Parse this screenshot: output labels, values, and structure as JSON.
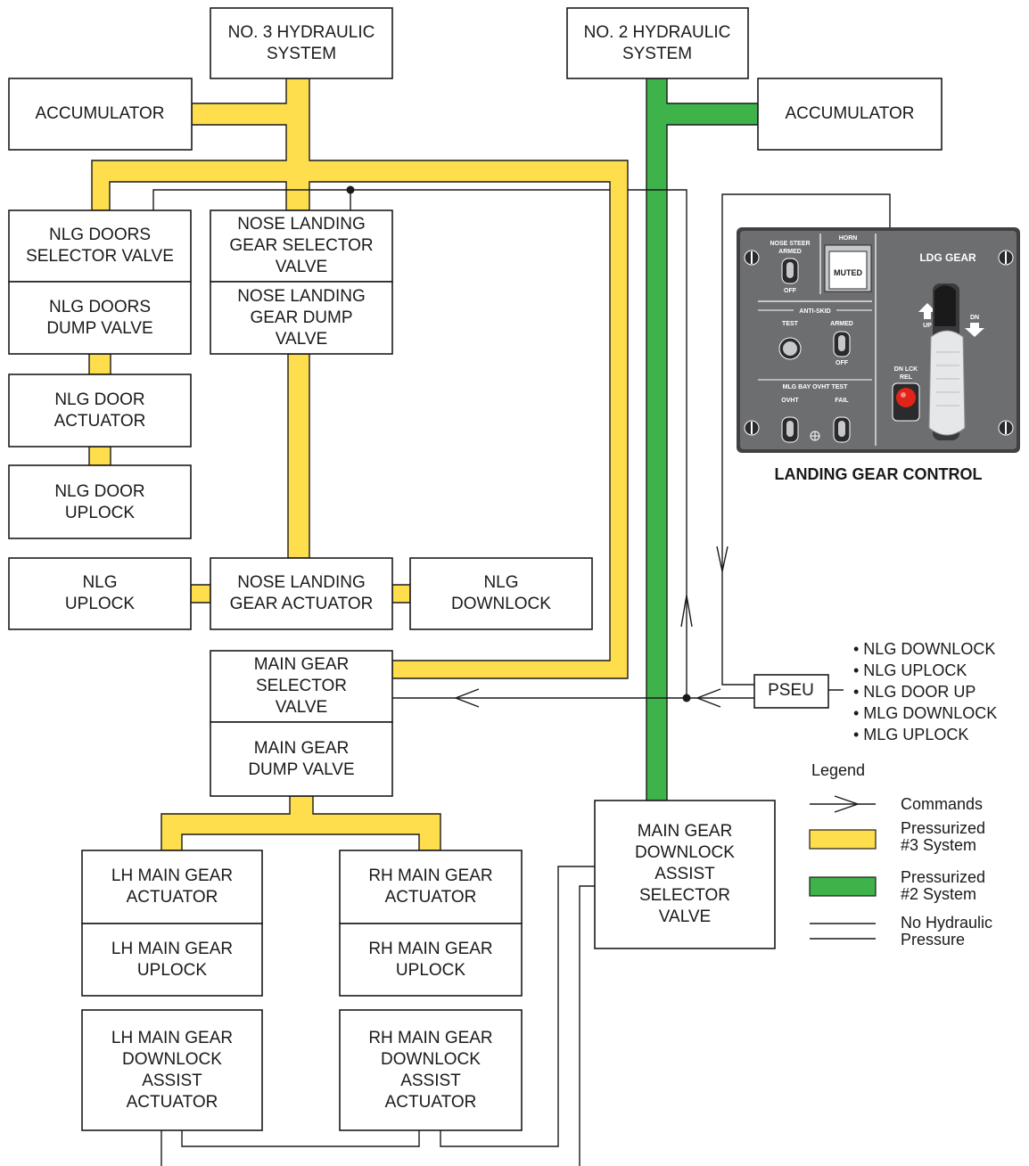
{
  "colors": {
    "system3": "#ffde4d",
    "system2": "#3db34a",
    "line": "#1a1a1a",
    "panel": "#6d6e70",
    "panel_bezel": "#414042",
    "knob_red": "#e2231a"
  },
  "boxes": {
    "hyd3": [
      "NO. 3 HYDRAULIC",
      "SYSTEM"
    ],
    "hyd2": [
      "NO. 2 HYDRAULIC",
      "SYSTEM"
    ],
    "acc_left": [
      "ACCUMULATOR"
    ],
    "acc_right": [
      "ACCUMULATOR"
    ],
    "nlg_doors_selector": [
      "NLG DOORS",
      "SELECTOR VALVE"
    ],
    "nlg_doors_dump": [
      "NLG DOORS",
      "DUMP VALVE"
    ],
    "nlg_door_actuator": [
      "NLG DOOR",
      "ACTUATOR"
    ],
    "nlg_door_uplock": [
      "NLG DOOR",
      "UPLOCK"
    ],
    "nose_gear_selector": [
      "NOSE LANDING",
      "GEAR SELECTOR",
      "VALVE"
    ],
    "nose_gear_dump": [
      "NOSE LANDING",
      "GEAR DUMP",
      "VALVE"
    ],
    "nlg_uplock": [
      "NLG",
      "UPLOCK"
    ],
    "nose_gear_actuator": [
      "NOSE LANDING",
      "GEAR ACTUATOR"
    ],
    "nlg_downlock": [
      "NLG",
      "DOWNLOCK"
    ],
    "main_gear_selector": [
      "MAIN GEAR",
      "SELECTOR",
      "VALVE"
    ],
    "main_gear_dump": [
      "MAIN GEAR",
      "DUMP VALVE"
    ],
    "lh_actuator": [
      "LH MAIN GEAR",
      "ACTUATOR"
    ],
    "lh_uplock": [
      "LH MAIN GEAR",
      "UPLOCK"
    ],
    "lh_downlock_assist": [
      "LH MAIN GEAR",
      "DOWNLOCK",
      "ASSIST",
      "ACTUATOR"
    ],
    "rh_actuator": [
      "RH MAIN GEAR",
      "ACTUATOR"
    ],
    "rh_uplock": [
      "RH MAIN GEAR",
      "UPLOCK"
    ],
    "rh_downlock_assist": [
      "RH MAIN GEAR",
      "DOWNLOCK",
      "ASSIST",
      "ACTUATOR"
    ],
    "downlock_assist_selector": [
      "MAIN GEAR",
      "DOWNLOCK",
      "ASSIST",
      "SELECTOR",
      "VALVE"
    ],
    "pseu": [
      "PSEU"
    ]
  },
  "pseu_inputs": [
    "• NLG DOWNLOCK",
    "• NLG UPLOCK",
    "• NLG DOOR UP",
    "• MLG DOWNLOCK",
    "• MLG UPLOCK"
  ],
  "panel": {
    "caption": "LANDING GEAR CONTROL",
    "title": "LDG GEAR",
    "nose_steer": "NOSE STEER",
    "armed": "ARMED",
    "off": "OFF",
    "horn": "HORN",
    "muted": "MUTED",
    "anti_skid": "ANTI-SKID",
    "test": "TEST",
    "mlg_bay_ovht_test": "MLG BAY OVHT TEST",
    "ovht": "OVHT",
    "fail": "FAIL",
    "up": "UP",
    "dn": "DN",
    "dn_lck": "DN LCK",
    "rel": "REL"
  },
  "legend": {
    "title": "Legend",
    "commands": "Commands",
    "pressurized3": [
      "Pressurized",
      "#3 System"
    ],
    "pressurized2": [
      "Pressurized",
      "#2 System"
    ],
    "no_pressure": [
      "No Hydraulic",
      "Pressure"
    ]
  }
}
